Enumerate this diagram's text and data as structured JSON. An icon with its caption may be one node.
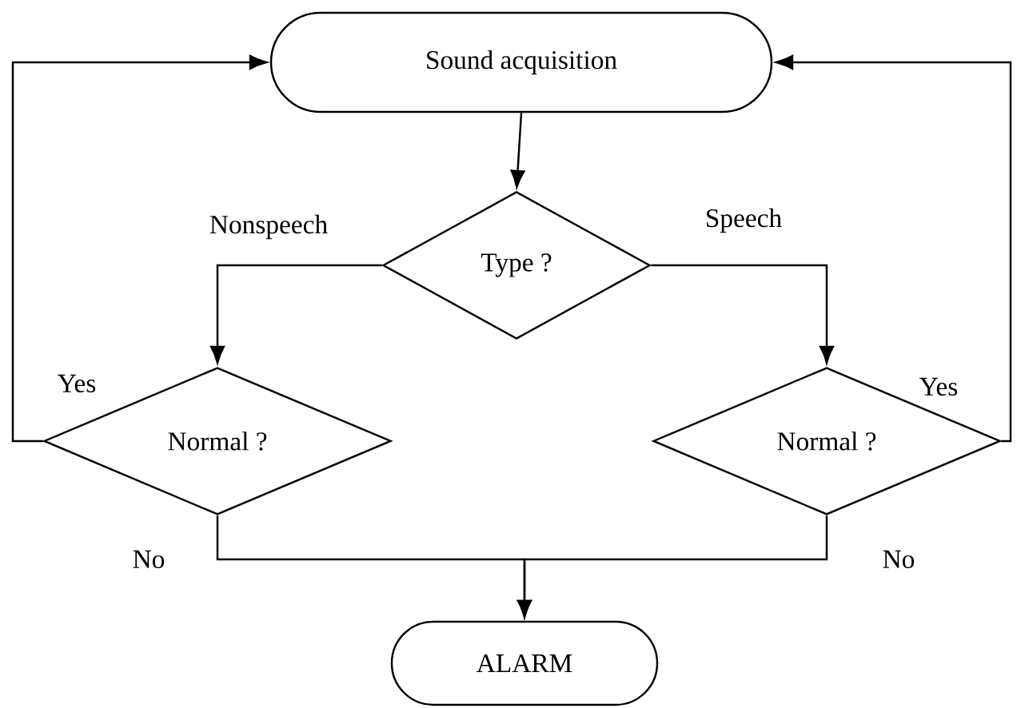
{
  "diagram": {
    "nodes": [
      {
        "text": [
          "Sound acquisition"
        ]
      },
      {
        "text": [
          "Type ?"
        ]
      },
      {
        "text": [
          "Normal ?"
        ]
      },
      {
        "text": [
          "Normal ?"
        ]
      },
      {
        "text": [
          "ALARM"
        ]
      }
    ],
    "edges": [
      {
        "from": 0,
        "to": 1,
        "arrow": "to"
      },
      {
        "from": 1,
        "to": 2,
        "arrow": "to",
        "label": "Nonspeech"
      },
      {
        "from": 1,
        "to": 3,
        "arrow": "to",
        "label": "Speech"
      },
      {
        "from": 2,
        "to": 0,
        "arrow": "to",
        "label": "Yes"
      },
      {
        "from": 3,
        "to": 0,
        "arrow": "to",
        "label": "Yes"
      },
      {
        "from": 2,
        "to": 4,
        "arrow": "to",
        "label": "No"
      },
      {
        "from": 3,
        "to": 4,
        "arrow": "to",
        "label": "No"
      }
    ]
  }
}
